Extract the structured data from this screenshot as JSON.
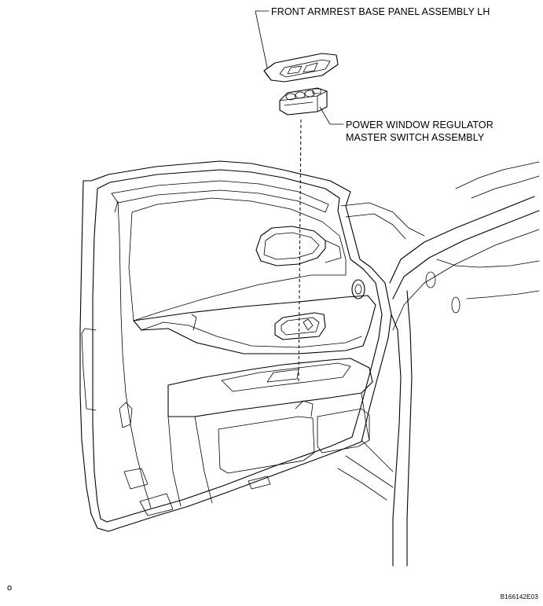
{
  "labels": {
    "armrest": "FRONT ARMREST BASE PANEL ASSEMBLY LH",
    "switch_line1": "POWER WINDOW REGULATOR",
    "switch_line2": "MASTER SWITCH ASSEMBLY"
  },
  "marker": "o",
  "figure_code": "B166142E03"
}
